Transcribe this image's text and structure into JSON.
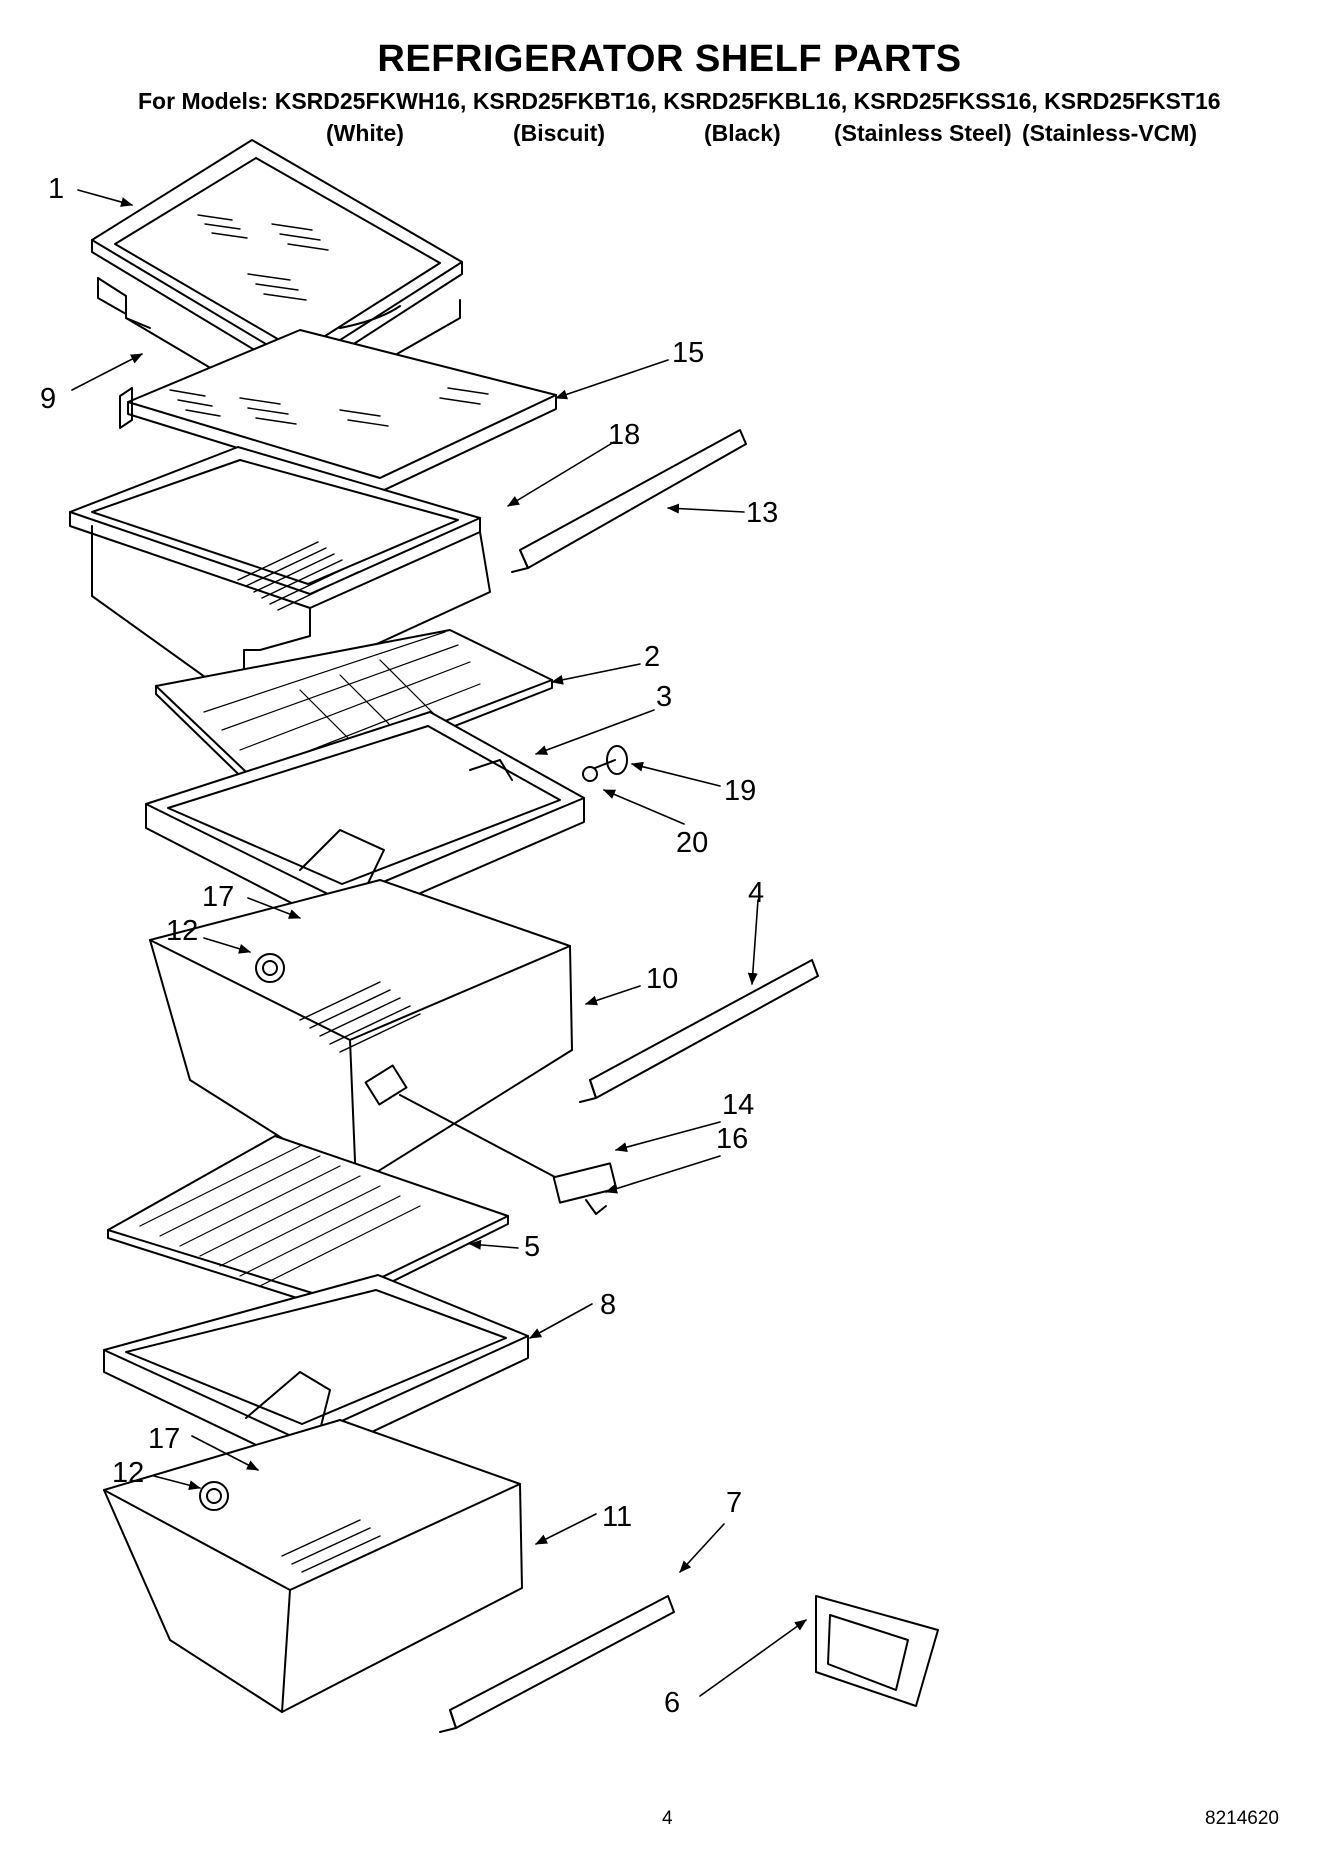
{
  "title": "REFRIGERATOR SHELF PARTS",
  "models_line": "For Models: KSRD25FKWH16, KSRD25FKBT16, KSRD25FKBL16, KSRD25FKSS16, KSRD25FKST16",
  "finishes": [
    "(White)",
    "(Biscuit)",
    "(Black)",
    "(Stainless Steel)",
    "(Stainless-VCM)"
  ],
  "callouts": [
    "1",
    "9",
    "15",
    "18",
    "13",
    "2",
    "3",
    "19",
    "20",
    "17",
    "12",
    "10",
    "4",
    "14",
    "16",
    "5",
    "8",
    "17",
    "12",
    "11",
    "7",
    "6"
  ],
  "page_number": "4",
  "doc_number": "8214620"
}
